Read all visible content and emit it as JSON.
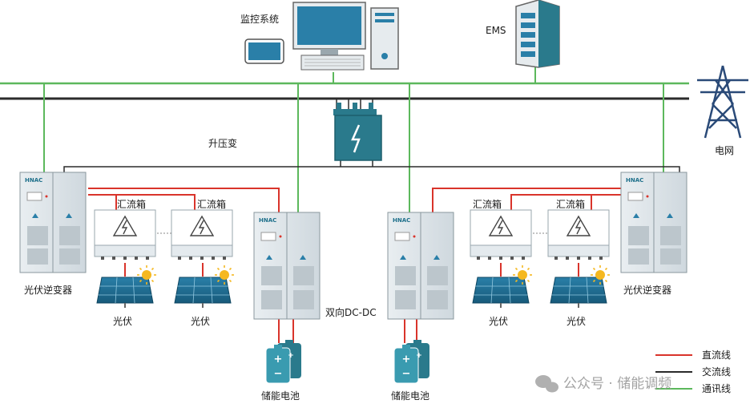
{
  "labels": {
    "monitor": "监控系统",
    "ems": "EMS",
    "transformer": "升压变",
    "grid": "电网",
    "pv_inverter_left": "光伏逆变器",
    "pv_inverter_right": "光伏逆变器",
    "combiner_1": "汇流箱",
    "combiner_2": "汇流箱",
    "combiner_3": "汇流箱",
    "combiner_4": "汇流箱",
    "pv_1": "光伏",
    "pv_2": "光伏",
    "pv_3": "光伏",
    "pv_4": "光伏",
    "dcdc": "双向DC-DC",
    "storage_left": "储能电池",
    "storage_right": "储能电池",
    "equipment_brand": "HNAC"
  },
  "legend": [
    {
      "label": "直流线",
      "color": "#d9342b"
    },
    {
      "label": "交流线",
      "color": "#2b2b2b"
    },
    {
      "label": "通讯线",
      "color": "#5cb85c"
    }
  ],
  "watermark": "公众号 · 储能调频",
  "colors": {
    "dc_line": "#d9342b",
    "ac_line": "#2b2b2b",
    "comm_line": "#5cb85c",
    "teal": "#2a7a8c",
    "panel": "#1f6b8f"
  }
}
